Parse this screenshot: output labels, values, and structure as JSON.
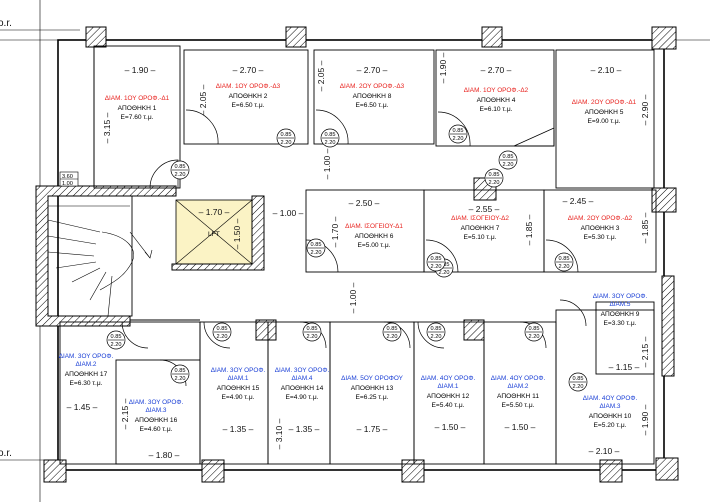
{
  "edge_labels": {
    "top_left": "o.r.",
    "bottom_left": "o.r."
  },
  "lift_label": "LFT",
  "small_tag": {
    "a": "3.60",
    "b": "1.00"
  },
  "dimensions": [
    {
      "text": "– 1.90 –"
    },
    {
      "text": "– 2.70 –"
    },
    {
      "text": "– 2.70 –"
    },
    {
      "text": "– 2.70 –"
    },
    {
      "text": "– 2.10 –"
    },
    {
      "text": "– 3.15 –"
    },
    {
      "text": "– 2.05 –"
    },
    {
      "text": "– 2.05 –"
    },
    {
      "text": "– 1.90 –"
    },
    {
      "text": "– 2.90 –"
    },
    {
      "text": "– 1.70 –"
    },
    {
      "text": "– 1.00 –"
    },
    {
      "text": "– 1.50 –"
    },
    {
      "text": "– 1.00 –"
    },
    {
      "text": "– 2.50 –"
    },
    {
      "text": "– 1.70 –"
    },
    {
      "text": "– 2.55 –"
    },
    {
      "text": "– 1.85 –"
    },
    {
      "text": "– 2.45 –"
    },
    {
      "text": "– 1.85 –"
    },
    {
      "text": "– 1.00 –"
    },
    {
      "text": "– 1.45 –"
    },
    {
      "text": "– 2.15 –"
    },
    {
      "text": "– 1.35 –"
    },
    {
      "text": "– 3.10 –"
    },
    {
      "text": "– 1.35 –"
    },
    {
      "text": "– 1.75 –"
    },
    {
      "text": "– 1.50 –"
    },
    {
      "text": "– 1.50 –"
    },
    {
      "text": "– 1.80 –"
    },
    {
      "text": "– 1.15 –"
    },
    {
      "text": "– 2.15 –"
    },
    {
      "text": "– 1.90 –"
    },
    {
      "text": "– 2.10 –"
    }
  ],
  "rooms": [
    {
      "owner": [
        "ΔΙΑΜ. 1ΟΥ ΟΡΟΦ.-Δ1"
      ],
      "owner_color": "red",
      "name": "ΑΠΟΘΗΚΗ 1",
      "area": "Ε=7.60 τ.μ."
    },
    {
      "owner": [
        "ΔΙΑΜ. 1ΟΥ ΟΡΟΦ.-Δ3"
      ],
      "owner_color": "red",
      "name": "ΑΠΟΘΗΚΗ 2",
      "area": "Ε=6.50 τ.μ."
    },
    {
      "owner": [
        "ΔΙΑΜ. 2ΟΥ ΟΡΟΦ.-Δ3"
      ],
      "owner_color": "red",
      "name": "ΑΠΟΘΗΚΗ 8",
      "area": "Ε=6.50 τ.μ."
    },
    {
      "owner": [
        "ΔΙΑΜ. 1ΟΥ ΟΡΟΦ.-Δ2"
      ],
      "owner_color": "red",
      "name": "ΑΠΟΘΗΚΗ 4",
      "area": "Ε=6.10 τ.μ."
    },
    {
      "owner": [
        "ΔΙΑΜ. 2ΟΥ ΟΡΟΦ.-Δ1"
      ],
      "owner_color": "red",
      "name": "ΑΠΟΘΗΚΗ 5",
      "area": "Ε=9.00 τ.μ."
    },
    {
      "owner": [
        "ΔΙΑΜ. ΙΣΟΓΕΙΟΥ-Δ1"
      ],
      "owner_color": "red",
      "name": "ΑΠΟΘΗΚΗ 6",
      "area": "Ε=5.00 τ.μ."
    },
    {
      "owner": [
        "ΔΙΑΜ. ΙΣΟΓΕΙΟΥ-Δ2"
      ],
      "owner_color": "red",
      "name": "ΑΠΟΘΗΚΗ 7",
      "area": "Ε=5.10 τ.μ."
    },
    {
      "owner": [
        "ΔΙΑΜ. 2ΟΥ ΟΡΟΦ.-Δ2"
      ],
      "owner_color": "red",
      "name": "ΑΠΟΘΗΚΗ 3",
      "area": "Ε=5.30 τ.μ."
    },
    {
      "owner": [
        "ΔΙΑΜ. 3ΟΥ ΟΡΟΦ.",
        "ΔΙΑΜ.5"
      ],
      "owner_color": "blue",
      "name": "ΑΠΟΘΗΚΗ 9",
      "area": "Ε=3.30 τ.μ."
    },
    {
      "owner": [
        "ΔΙΑΜ. 3ΟΥ ΟΡΟΦ.",
        "ΔΙΑΜ.2"
      ],
      "owner_color": "blue",
      "name": "ΑΠΟΘΗΚΗ 17",
      "area": "Ε=6.30 τ.μ."
    },
    {
      "owner": [
        "ΔΙΑΜ. 3ΟΥ ΟΡΟΦ.",
        "ΔΙΑΜ.3"
      ],
      "owner_color": "blue",
      "name": "ΑΠΟΘΗΚΗ 16",
      "area": "Ε=4.60 τ.μ."
    },
    {
      "owner": [
        "ΔΙΑΜ. 3ΟΥ ΟΡΟΦ.",
        "ΔΙΑΜ.1"
      ],
      "owner_color": "blue",
      "name": "ΑΠΟΘΗΚΗ 15",
      "area": "Ε=4.90 τ.μ."
    },
    {
      "owner": [
        "ΔΙΑΜ. 3ΟΥ ΟΡΟΦ.",
        "ΔΙΑΜ.4"
      ],
      "owner_color": "blue",
      "name": "ΑΠΟΘΗΚΗ 14",
      "area": "Ε=4.90 τ.μ."
    },
    {
      "owner": [
        "ΔΙΑΜ. 5ΟΥ ΟΡΟΦΟΥ"
      ],
      "owner_color": "blue",
      "name": "ΑΠΟΘΗΚΗ 13",
      "area": "Ε=6.25 τ.μ."
    },
    {
      "owner": [
        "ΔΙΑΜ. 4ΟΥ ΟΡΟΦ.",
        "ΔΙΑΜ.1"
      ],
      "owner_color": "blue",
      "name": "ΑΠΟΘΗΚΗ 12",
      "area": "Ε=5.40 τ.μ."
    },
    {
      "owner": [
        "ΔΙΑΜ. 4ΟΥ ΟΡΟΦ.",
        "ΔΙΑΜ.2"
      ],
      "owner_color": "blue",
      "name": "ΑΠΟΘΗΚΗ 11",
      "area": "Ε=5.50 τ.μ."
    },
    {
      "owner": [
        "ΔΙΑΜ. 4ΟΥ ΟΡΟΦ.",
        "ΔΙΑΜ.3"
      ],
      "owner_color": "blue",
      "name": "ΑΠΟΘΗΚΗ 10",
      "area": "Ε=5.20 τ.μ."
    }
  ],
  "door_tags": [
    {
      "a": "0.85",
      "b": "2.20"
    },
    {
      "a": "0.85",
      "b": "2.20"
    },
    {
      "a": "0.85",
      "b": "2.20"
    },
    {
      "a": "0.85",
      "b": "2.20"
    },
    {
      "a": "0.85",
      "b": "2.20"
    },
    {
      "a": "0.85",
      "b": "2.20"
    },
    {
      "a": "0.85",
      "b": "2.20"
    },
    {
      "a": "0.85",
      "b": "2.20"
    },
    {
      "a": "0.85",
      "b": "2.20"
    },
    {
      "a": "0.85",
      "b": "2.20"
    },
    {
      "a": "0.85",
      "b": "2.20"
    },
    {
      "a": "0.85",
      "b": "2.20"
    },
    {
      "a": "0.85",
      "b": "2.20"
    },
    {
      "a": "0.85",
      "b": "2.20"
    },
    {
      "a": "0.85",
      "b": "2.20"
    },
    {
      "a": "0.85",
      "b": "2.20"
    },
    {
      "a": "0.85",
      "b": "2.20"
    },
    {
      "a": "0.85",
      "b": "2.20"
    }
  ]
}
